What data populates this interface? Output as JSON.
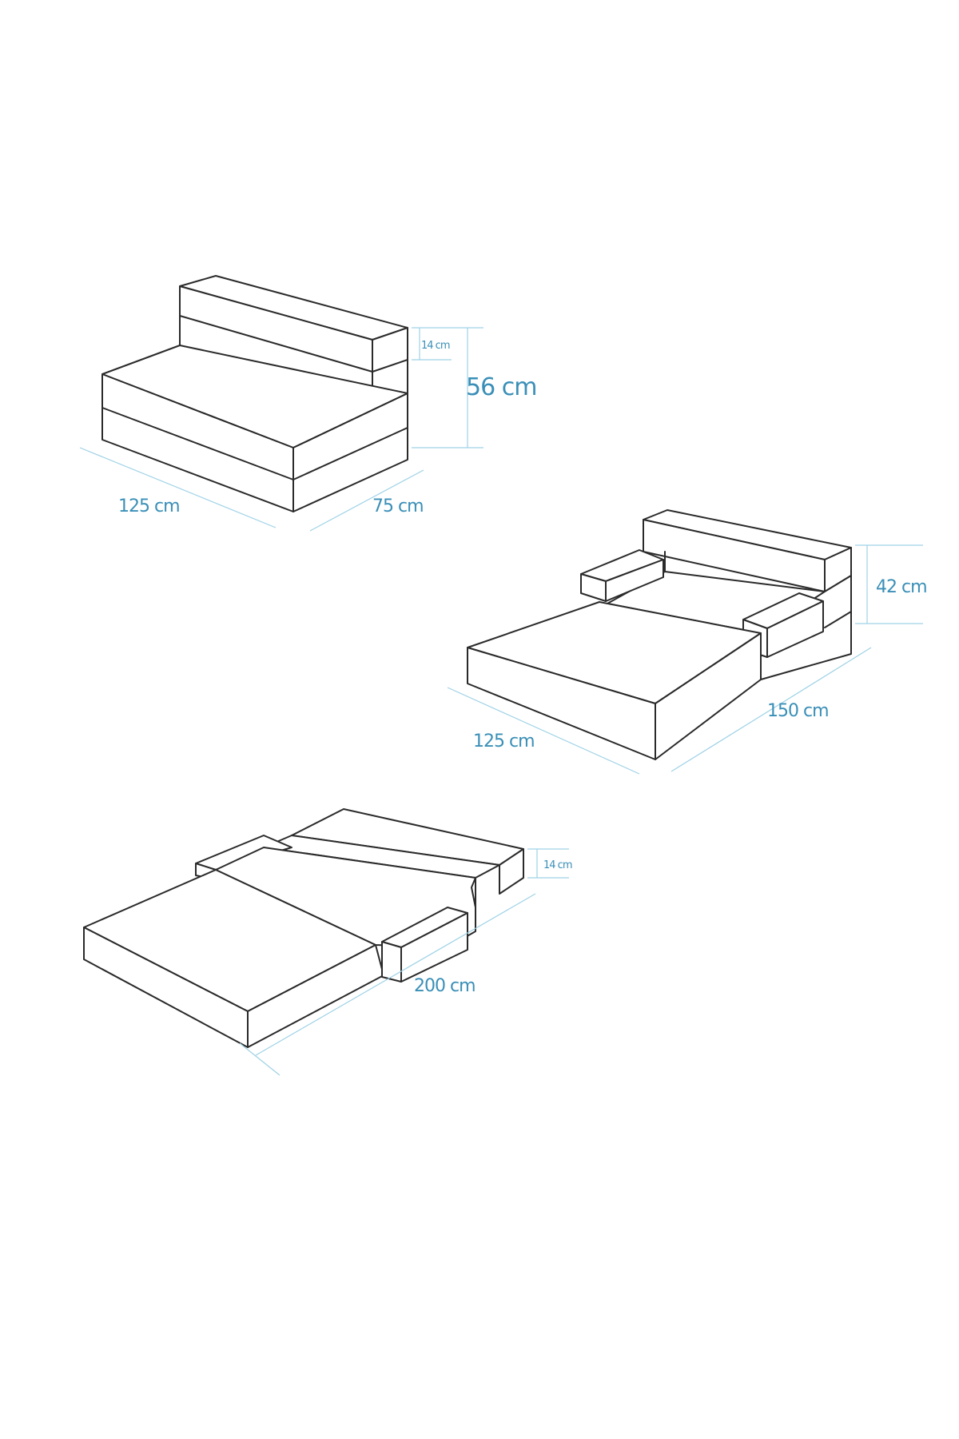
{
  "figures": {
    "folded_chair": {
      "labels": {
        "width": "125 cm",
        "depth": "75 cm",
        "height": "56 cm",
        "section_height": "14 cm"
      }
    },
    "sofa_open": {
      "labels": {
        "width": "125 cm",
        "depth": "150 cm",
        "height": "42 cm"
      }
    },
    "bed_flat": {
      "labels": {
        "length": "200 cm",
        "section_height": "14 cm"
      }
    }
  },
  "colors": {
    "outline": "#2a2a2a",
    "dimension_line": "#9fd2e6",
    "dimension_text": "#3a8fb7",
    "background": "#ffffff"
  }
}
